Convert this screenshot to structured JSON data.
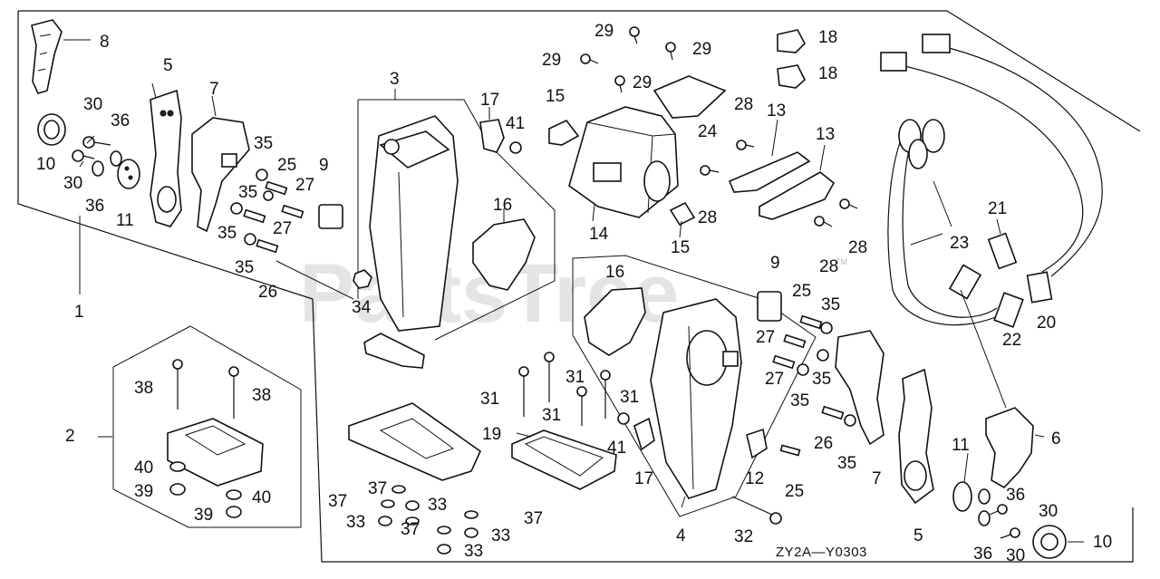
{
  "diagram": {
    "code": "ZY2A—Y0303",
    "watermark": "PartsTree",
    "trademark": "TM",
    "callouts": [
      {
        "id": "c8",
        "text": "8"
      },
      {
        "id": "c5a",
        "text": "5"
      },
      {
        "id": "c7a",
        "text": "7"
      },
      {
        "id": "c3",
        "text": "3"
      },
      {
        "id": "c17a",
        "text": "17"
      },
      {
        "id": "c41a",
        "text": "41"
      },
      {
        "id": "c15a",
        "text": "15"
      },
      {
        "id": "c29a",
        "text": "29"
      },
      {
        "id": "c29b",
        "text": "29"
      },
      {
        "id": "c29c",
        "text": "29"
      },
      {
        "id": "c29d",
        "text": "29"
      },
      {
        "id": "c18a",
        "text": "18"
      },
      {
        "id": "c18b",
        "text": "18"
      },
      {
        "id": "c24",
        "text": "24"
      },
      {
        "id": "c28a",
        "text": "28"
      },
      {
        "id": "c13a",
        "text": "13"
      },
      {
        "id": "c13b",
        "text": "13"
      },
      {
        "id": "c30a",
        "text": "30"
      },
      {
        "id": "c36a",
        "text": "36"
      },
      {
        "id": "c10a",
        "text": "10"
      },
      {
        "id": "c30b",
        "text": "30"
      },
      {
        "id": "c36b",
        "text": "36"
      },
      {
        "id": "c11a",
        "text": "11"
      },
      {
        "id": "c35a",
        "text": "35"
      },
      {
        "id": "c25a",
        "text": "25"
      },
      {
        "id": "c9a",
        "text": "9"
      },
      {
        "id": "c35b",
        "text": "35"
      },
      {
        "id": "c27a",
        "text": "27"
      },
      {
        "id": "c35c",
        "text": "35"
      },
      {
        "id": "c27b",
        "text": "27"
      },
      {
        "id": "c35d",
        "text": "35"
      },
      {
        "id": "c26a",
        "text": "26"
      },
      {
        "id": "c34",
        "text": "34"
      },
      {
        "id": "c16a",
        "text": "16"
      },
      {
        "id": "c14",
        "text": "14"
      },
      {
        "id": "c15b",
        "text": "15"
      },
      {
        "id": "c28b",
        "text": "28"
      },
      {
        "id": "c28c",
        "text": "28"
      },
      {
        "id": "c28d",
        "text": "28"
      },
      {
        "id": "c1",
        "text": "1"
      },
      {
        "id": "c21",
        "text": "21"
      },
      {
        "id": "c23",
        "text": "23"
      },
      {
        "id": "c20",
        "text": "20"
      },
      {
        "id": "c22",
        "text": "22"
      },
      {
        "id": "c16b",
        "text": "16"
      },
      {
        "id": "c9b",
        "text": "9"
      },
      {
        "id": "c25b",
        "text": "25"
      },
      {
        "id": "c35e",
        "text": "35"
      },
      {
        "id": "c27c",
        "text": "27"
      },
      {
        "id": "c35f",
        "text": "35"
      },
      {
        "id": "c27d",
        "text": "27"
      },
      {
        "id": "c35g",
        "text": "35"
      },
      {
        "id": "c38a",
        "text": "38"
      },
      {
        "id": "c38b",
        "text": "38"
      },
      {
        "id": "c31a",
        "text": "31"
      },
      {
        "id": "c31b",
        "text": "31"
      },
      {
        "id": "c31c",
        "text": "31"
      },
      {
        "id": "c31d",
        "text": "31"
      },
      {
        "id": "c2",
        "text": "2"
      },
      {
        "id": "c19",
        "text": "19"
      },
      {
        "id": "c41b",
        "text": "41"
      },
      {
        "id": "c17b",
        "text": "17"
      },
      {
        "id": "c26b",
        "text": "26"
      },
      {
        "id": "c35h",
        "text": "35"
      },
      {
        "id": "c6",
        "text": "6"
      },
      {
        "id": "c11b",
        "text": "11"
      },
      {
        "id": "c7b",
        "text": "7"
      },
      {
        "id": "c12",
        "text": "12"
      },
      {
        "id": "c25c",
        "text": "25"
      },
      {
        "id": "c40a",
        "text": "40"
      },
      {
        "id": "c39a",
        "text": "39"
      },
      {
        "id": "c40b",
        "text": "40"
      },
      {
        "id": "c39b",
        "text": "39"
      },
      {
        "id": "c37a",
        "text": "37"
      },
      {
        "id": "c37b",
        "text": "37"
      },
      {
        "id": "c33a",
        "text": "33"
      },
      {
        "id": "c33b",
        "text": "33"
      },
      {
        "id": "c37c",
        "text": "37"
      },
      {
        "id": "c37d",
        "text": "37"
      },
      {
        "id": "c33c",
        "text": "33"
      },
      {
        "id": "c33d",
        "text": "33"
      },
      {
        "id": "c4",
        "text": "4"
      },
      {
        "id": "c32",
        "text": "32"
      },
      {
        "id": "c5b",
        "text": "5"
      },
      {
        "id": "c36c",
        "text": "36"
      },
      {
        "id": "c30c",
        "text": "30"
      },
      {
        "id": "c36d",
        "text": "36"
      },
      {
        "id": "c30d",
        "text": "30"
      },
      {
        "id": "c10b",
        "text": "10"
      }
    ]
  }
}
